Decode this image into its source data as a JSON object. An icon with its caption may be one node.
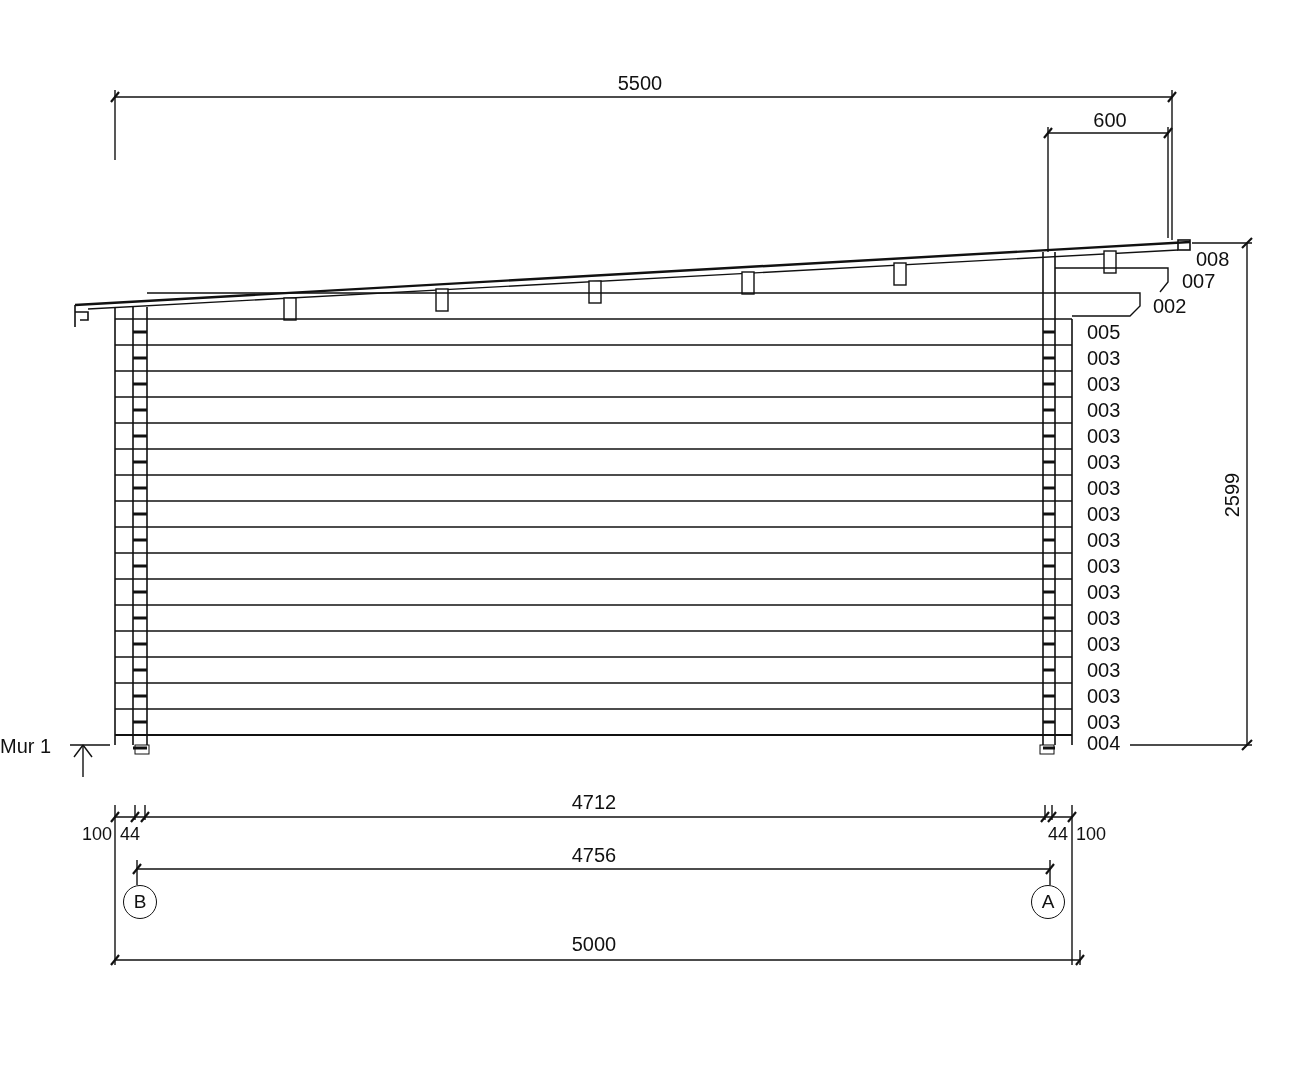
{
  "diagram": {
    "nodes": [
      {
        "text": [
          "B"
        ]
      },
      {
        "text": [
          "A"
        ]
      }
    ],
    "edges": [],
    "labels": [
      "5500",
      "600",
      "008",
      "007",
      "002",
      "005",
      "003",
      "003",
      "003",
      "003",
      "003",
      "003",
      "003",
      "003",
      "003",
      "003",
      "003",
      "003",
      "003",
      "003",
      "003",
      "004",
      "2599",
      "Mur 1",
      "4712",
      "100",
      "44",
      "44",
      "100",
      "4756",
      "5000"
    ]
  }
}
